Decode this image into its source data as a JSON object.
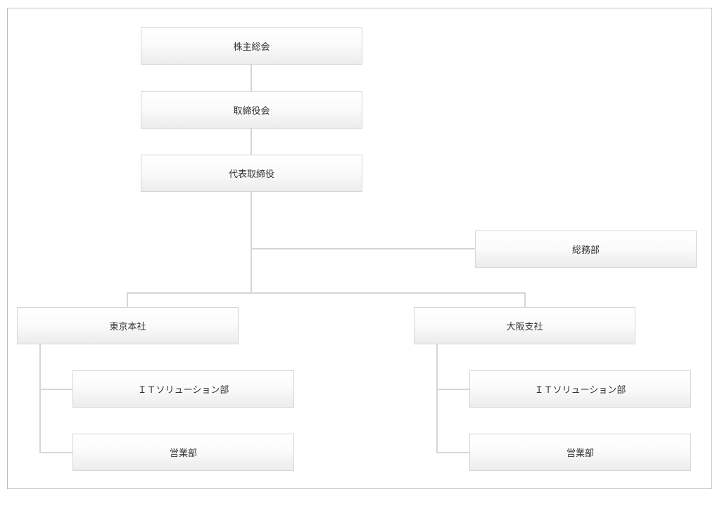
{
  "org_chart": {
    "shareholders": "株主総会",
    "board": "取締役会",
    "representative": "代表取締役",
    "general_affairs": "総務部",
    "tokyo": {
      "name": "東京本社",
      "it": "ＩＴソリューション部",
      "sales": "営業部"
    },
    "osaka": {
      "name": "大阪支社",
      "it": "ＩＴソリューション部",
      "sales": "営業部"
    }
  },
  "colors": {
    "border": "#d6d6d6",
    "connector": "#d6d6d6",
    "frame": "#bdbdbd",
    "text": "#333333"
  }
}
